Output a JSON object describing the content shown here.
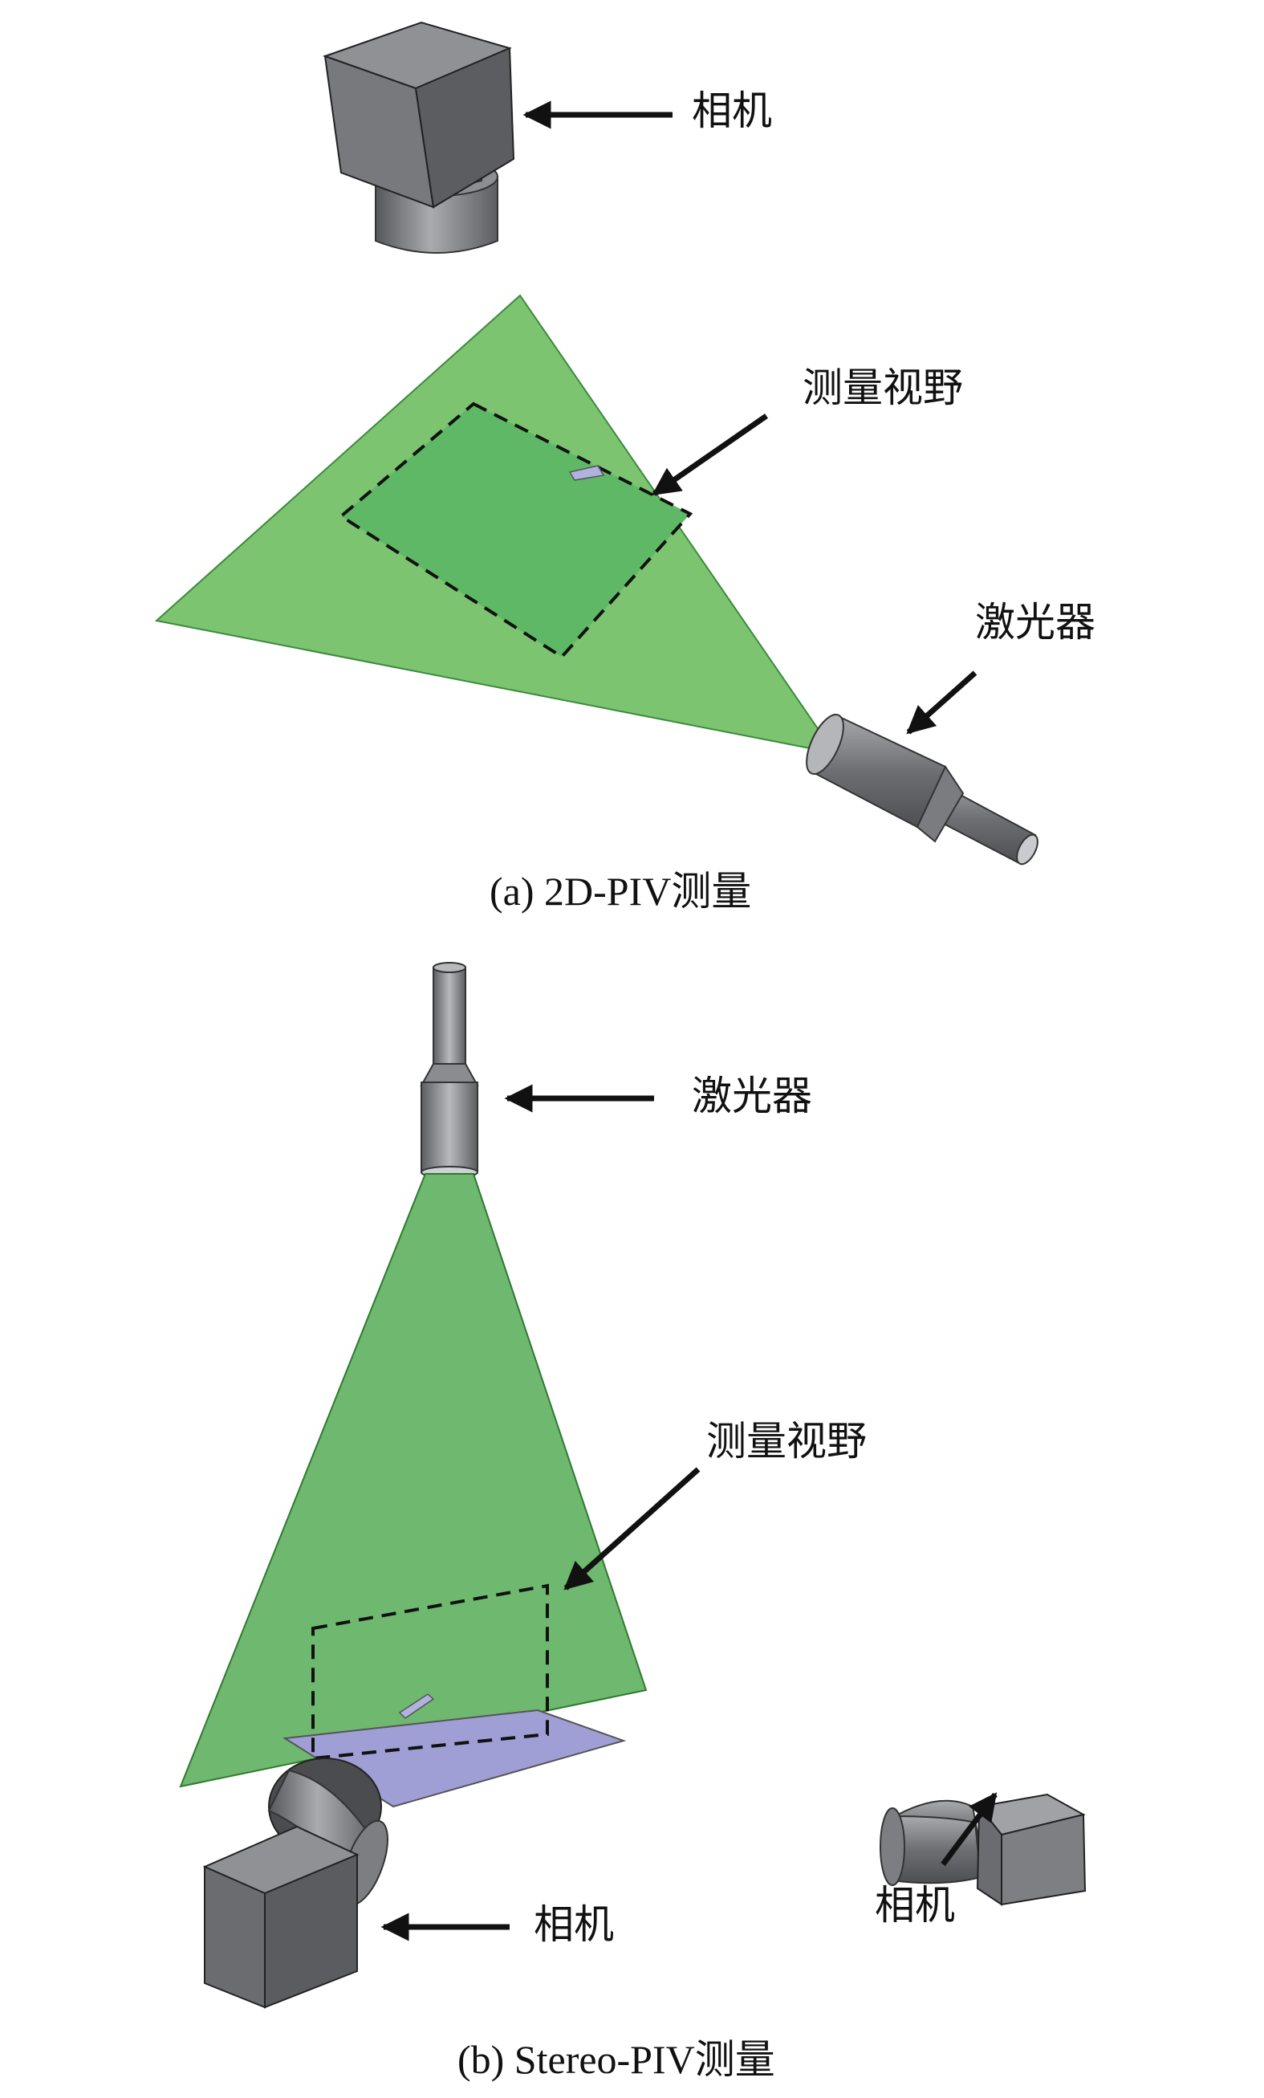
{
  "panel_a": {
    "camera_label": "相机",
    "fov_label": "测量视野",
    "laser_label": "激光器",
    "caption": "(a) 2D-PIV测量"
  },
  "panel_b": {
    "laser_label": "激光器",
    "fov_label": "测量视野",
    "camera_left_label": "相机",
    "camera_right_label": "相机",
    "caption": "(b) Stereo-PIV测量"
  },
  "colors": {
    "laser_sheet": "#7cc46f",
    "laser_sheet_b": "#6fb86f",
    "fov_fill": "#5fb866",
    "camera_gray": "#6e6f72",
    "base_plate": "#9f9fd6",
    "particle": "#b0b2e0"
  }
}
